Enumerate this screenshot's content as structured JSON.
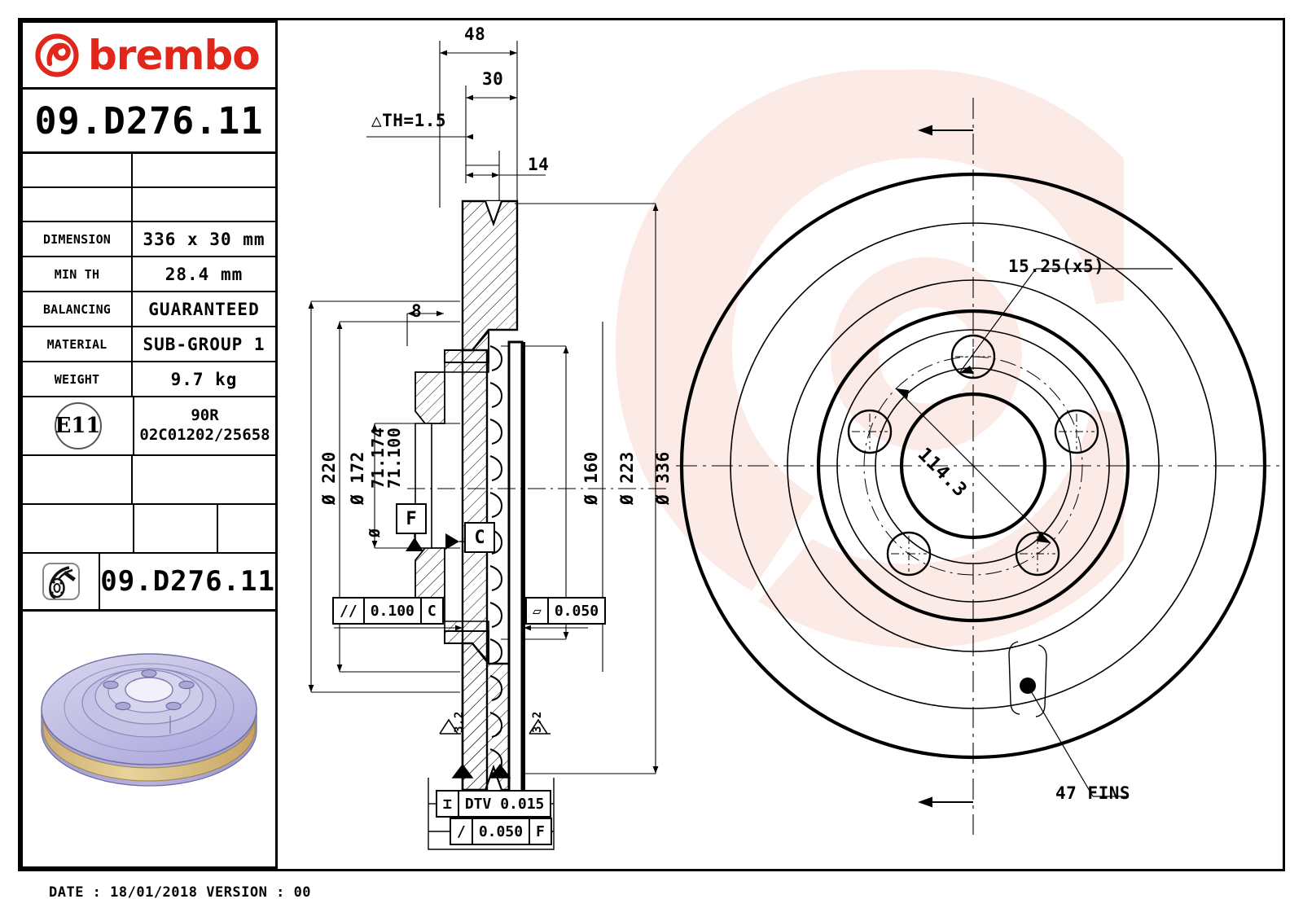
{
  "brand": {
    "name": "brembo",
    "logo_icon": "brembo-b-logo",
    "color": "#E1261C"
  },
  "part_number": "09.D276.11",
  "title_block": {
    "rows": [
      {
        "label": "DIMENSION",
        "value": "336 x 30 mm"
      },
      {
        "label": "MIN TH",
        "value": "28.4 mm"
      },
      {
        "label": "BALANCING",
        "value": "GUARANTEED"
      },
      {
        "label": "MATERIAL",
        "value": "SUB-GROUP 1"
      },
      {
        "label": "WEIGHT",
        "value": "9.7 kg"
      }
    ],
    "approval": {
      "mark": "E11",
      "line1": "90R",
      "line2": "02C01202/25658"
    },
    "icon_part_number": "09.D276.11",
    "disc_icon": "brake-disc-icon"
  },
  "footer": {
    "text": "DATE : 18/01/2018 VERSION : 00"
  },
  "section_view": {
    "dimensions": {
      "overall_width": "48",
      "hat_to_face": "30",
      "friction_ring": "14",
      "hub_step": "8",
      "th_tolerance": "△TH=1.5"
    },
    "diameters": {
      "outer": "Ø 336",
      "friction_outer": "Ø 223",
      "friction_inner": "Ø 160",
      "hat_outer": "Ø 220",
      "hat_inner": "Ø 172",
      "bore_max": "71.174",
      "bore_min": "71.100",
      "bore_symbol": "Ø"
    },
    "datums": {
      "f": "F",
      "c": "C"
    },
    "tolerances": {
      "parallelism": {
        "symbol": "//",
        "value": "0.100",
        "datum": "C"
      },
      "flatness": {
        "symbol": "▱",
        "value": "0.050"
      },
      "dtv": {
        "symbol": "⌶",
        "value": "DTV 0.015"
      },
      "runout": {
        "symbol": "/",
        "value": "0.050",
        "datum": "F"
      }
    },
    "surface_finish": [
      "3.2",
      "3.2"
    ]
  },
  "front_view": {
    "bolt_hole_callout": "15.25(x5)",
    "bolt_circle": "114.3",
    "fins_callout": "47 FINS"
  }
}
